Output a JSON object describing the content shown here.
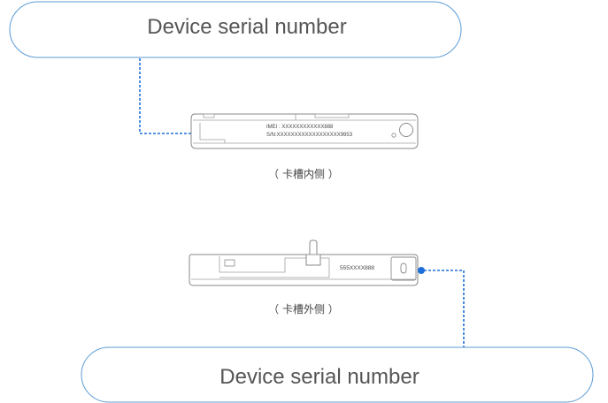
{
  "callouts": {
    "top": {
      "label": "Device serial number"
    },
    "bottom": {
      "label": "Device serial number"
    }
  },
  "tray_inner": {
    "imei_text": "IMEI : XXXXXXXXXXXX888",
    "sn_text": "S/N:XXXXXXXXXXXXXXXXXX9953",
    "caption": "（ 卡槽内侧 ）"
  },
  "tray_outer": {
    "serial_text": "555XXXX888",
    "caption": "（ 卡槽外侧 ）"
  },
  "colors": {
    "leader_line": "#1e6fd9",
    "callout_border": "#5b9bd5",
    "outline": "#8a8a8a"
  }
}
